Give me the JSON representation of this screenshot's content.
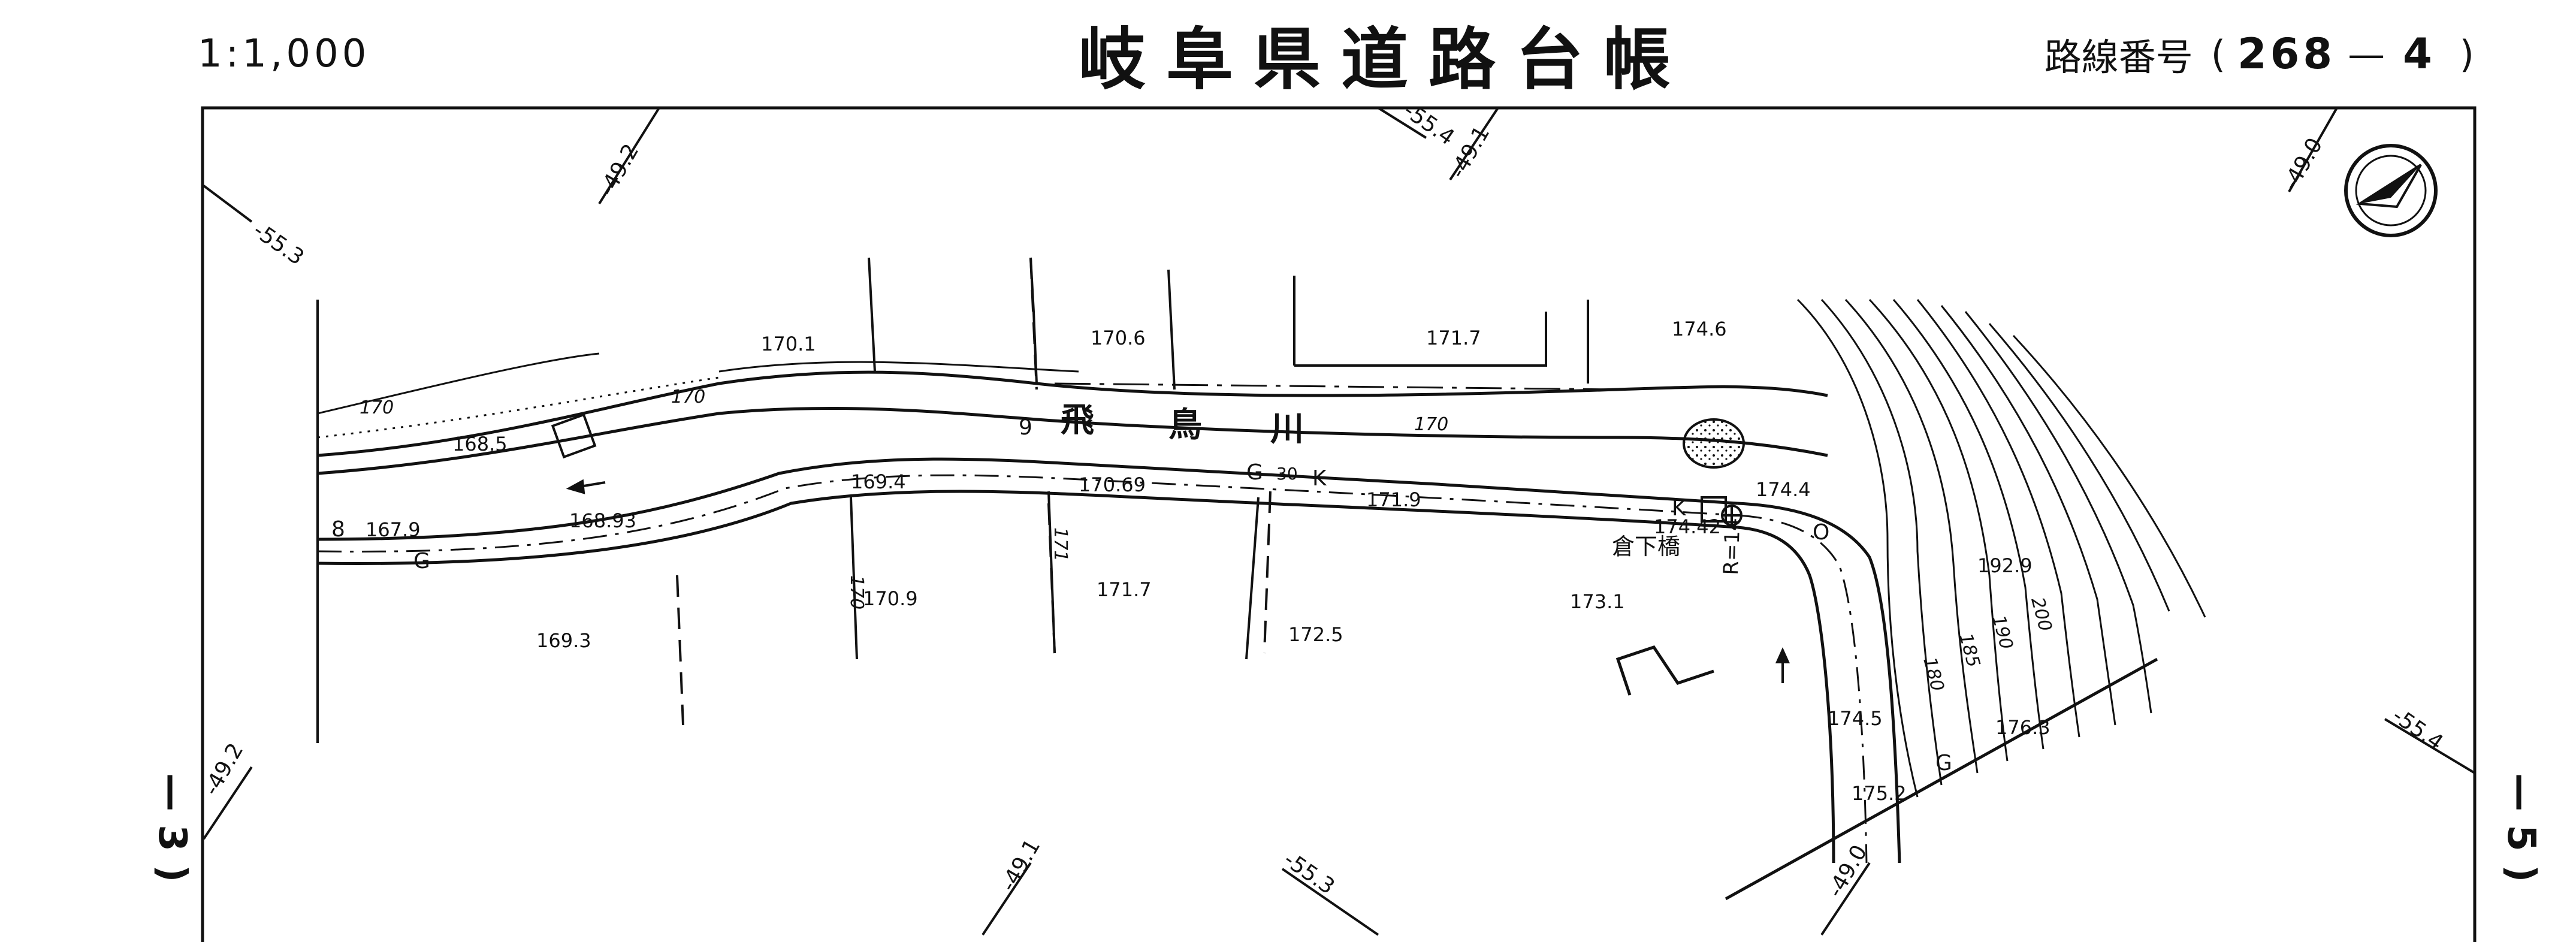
{
  "header": {
    "scale": "1:1,000",
    "title": "岐阜県道路台帳",
    "route_prefix": "路線番号",
    "route_open": "(",
    "route_number": "268",
    "route_dash": "—",
    "route_section": "4",
    "route_close": ")"
  },
  "margins": {
    "left_sheet": "— 3 )",
    "right_sheet": "— 5 )"
  },
  "grid_labels": {
    "g1": "-55.3",
    "g2": "-49.2",
    "g3": "-55.4",
    "g4": "-49.1",
    "g5": "-49.0",
    "g6": "-49.2",
    "g7": "-49.1",
    "g8": "-55.3",
    "g9": "-49.0",
    "g10": "-55.4"
  },
  "river": {
    "name_1": "飛",
    "name_2": "鳥",
    "name_3": "川"
  },
  "bridge_name": "倉下橋",
  "elevations": {
    "e1": "170.1",
    "e2": "170.6",
    "e3": "171.7",
    "e4": "174.6",
    "e5": "168.5",
    "e6": "167.9",
    "e7": "168.93",
    "e8": "169.4",
    "e9": "170.69",
    "e10": "171.9",
    "e11": "174.4",
    "e12": "174.42",
    "e13": "170.9",
    "e14": "171.7",
    "e15": "172.5",
    "e16": "173.1",
    "e17": "169.3",
    "e18": "174.5",
    "e19": "176.3",
    "e20": "175.2",
    "e21": "192.9"
  },
  "contours": {
    "c170a": "170",
    "c170b": "170",
    "c170c": "170",
    "c180": "180",
    "c185": "185",
    "c190": "190",
    "c200": "200",
    "c171": "171",
    "c170d": "170"
  },
  "road_marks": {
    "station_8": "8",
    "station_9": "9",
    "station_30": "30",
    "curve_radius": "R=14",
    "mark_g1": "G",
    "mark_g2": "G",
    "mark_g3": "G",
    "mark_k1": "K",
    "mark_k2": "K",
    "mark_o": "O"
  }
}
